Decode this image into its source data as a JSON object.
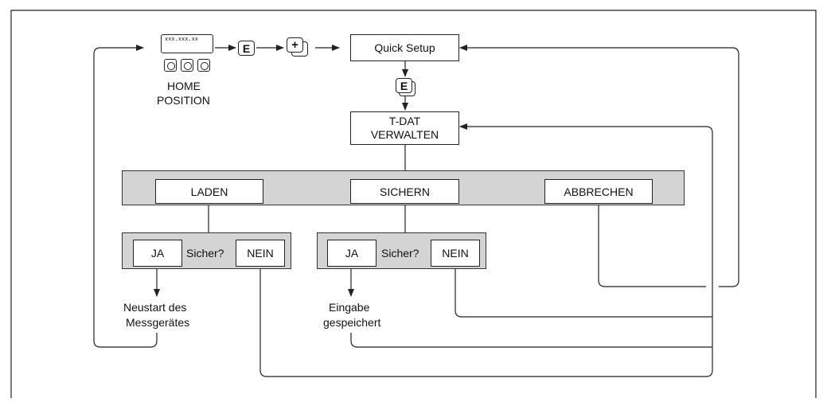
{
  "home": {
    "display_text": "xxx.xxx.xx",
    "label_line1": "HOME",
    "label_line2": "POSITION"
  },
  "keys": {
    "enter": "E",
    "plus": "+"
  },
  "nodes": {
    "quick_setup": "Quick Setup",
    "tdat_line1": "T-DAT",
    "tdat_line2": "VERWALTEN",
    "laden": "LADEN",
    "sichern": "SICHERN",
    "abbrechen": "ABBRECHEN"
  },
  "confirm_left": {
    "ja": "JA",
    "question": "Sicher?",
    "nein": "NEIN"
  },
  "confirm_right": {
    "ja": "JA",
    "question": "Sicher?",
    "nein": "NEIN"
  },
  "results": {
    "restart_line1": "Neustart des",
    "restart_line2": "Messgerätes",
    "saved_line1": "Eingabe",
    "saved_line2": "gespeichert"
  },
  "colors": {
    "line": "#222222",
    "option_bar": "#d4d4d4"
  }
}
